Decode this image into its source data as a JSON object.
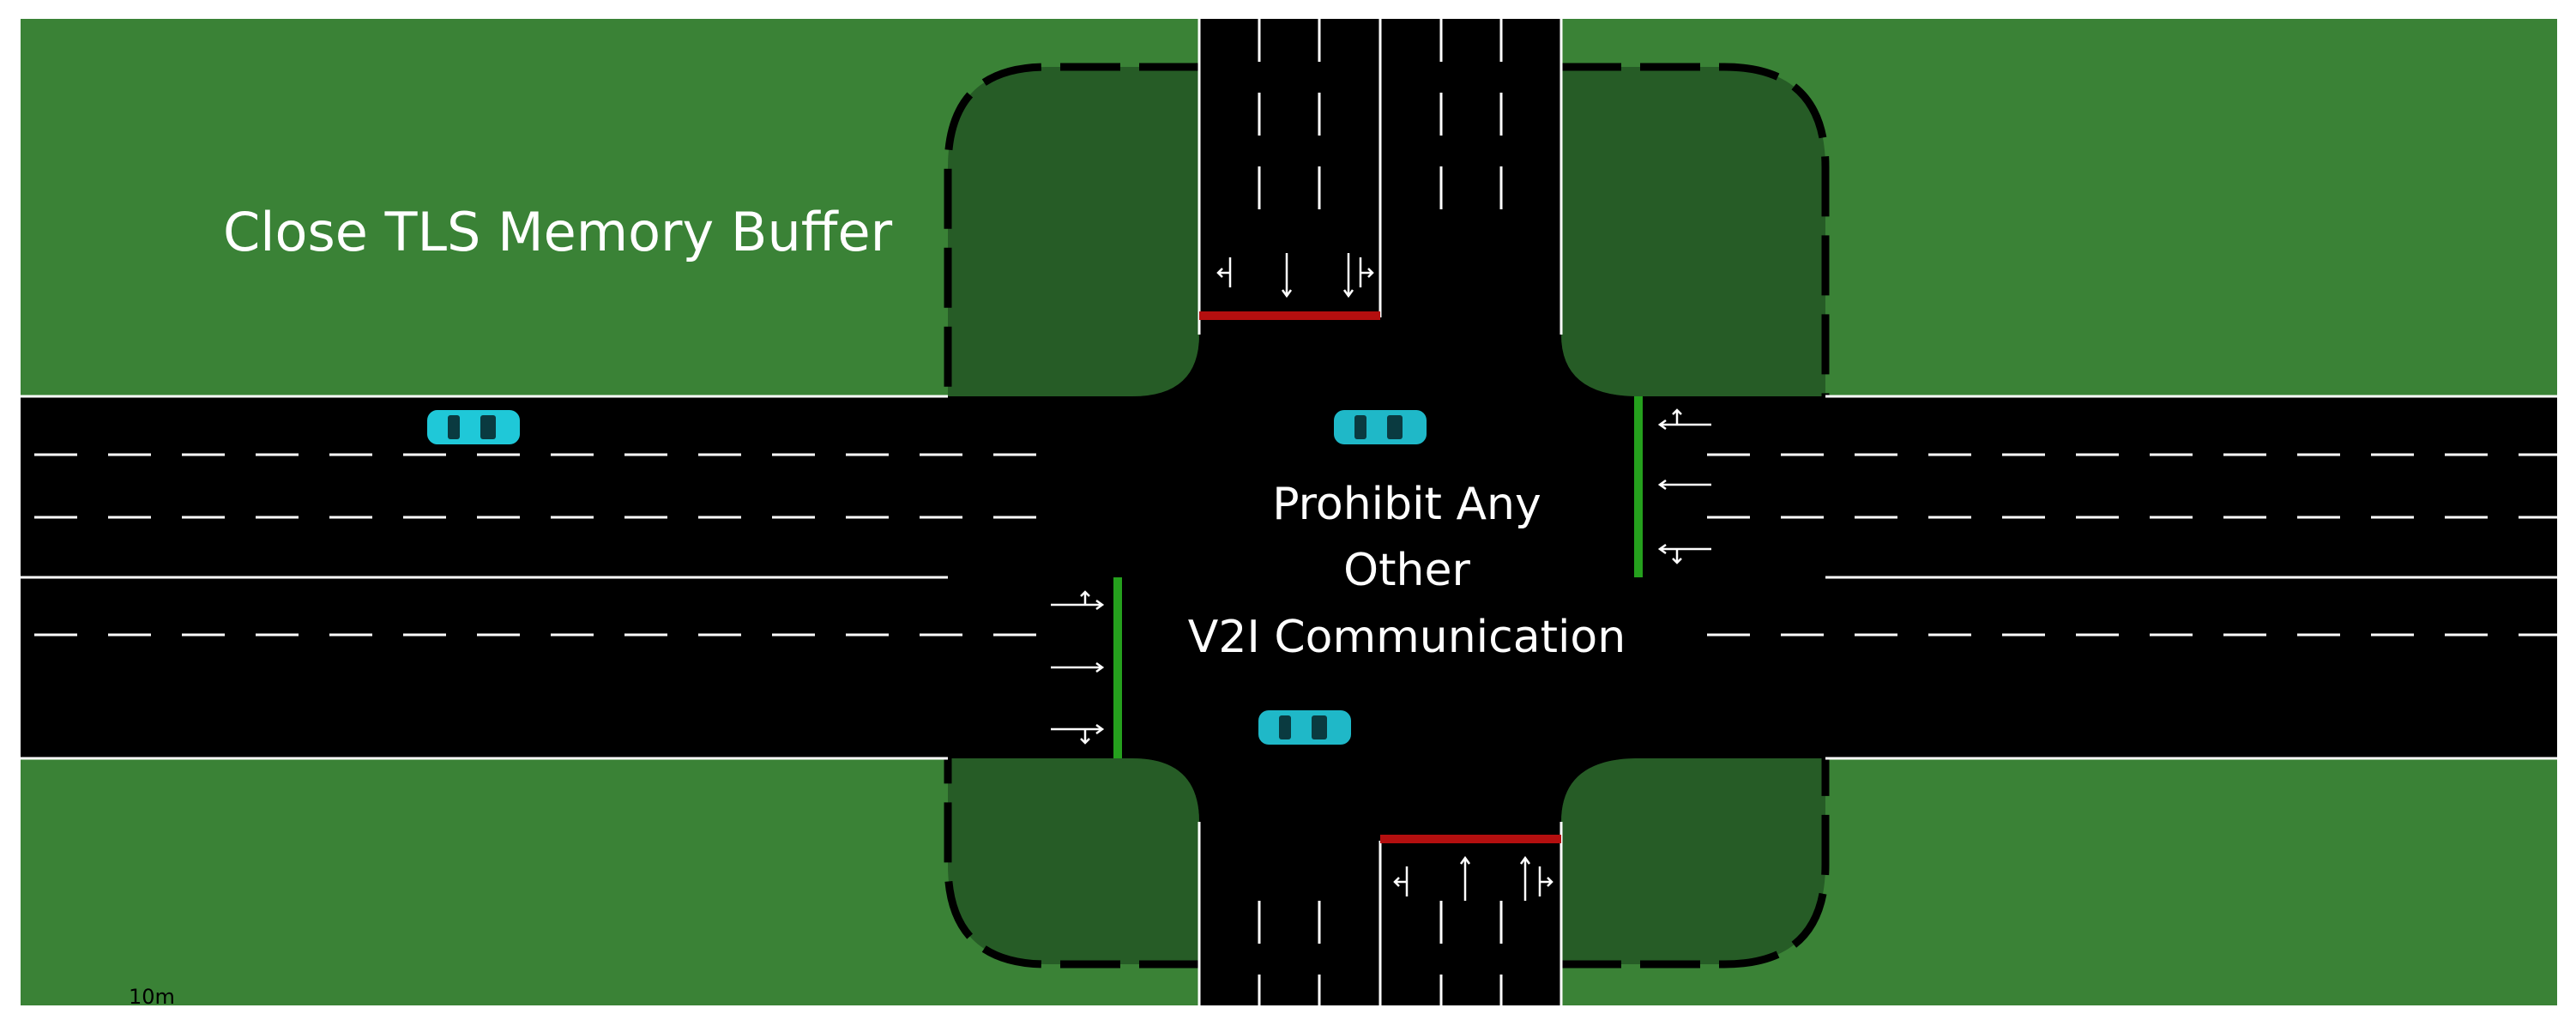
{
  "labels": {
    "buffer_title": "Close TLS Memory Buffer",
    "prohibit_line1": "Prohibit Any",
    "prohibit_line2": "Other",
    "prohibit_line3": "V2I Communication",
    "scale": "10m"
  },
  "signals": {
    "north_stop_line": "red",
    "south_stop_line": "red",
    "west_stop_line": "green",
    "east_stop_line": "green"
  },
  "vehicles": [
    {
      "name": "vehicle-west-road",
      "heading": "east"
    },
    {
      "name": "vehicle-center-north",
      "heading": "east"
    },
    {
      "name": "vehicle-center-south",
      "heading": "east"
    }
  ],
  "colors": {
    "grass": "#3a8236",
    "corner_area": "#265c26",
    "road": "#000000",
    "lane_marking": "#ffffff",
    "red_signal": "#b40f0f",
    "green_signal": "#25a01d",
    "vehicle_body": "#1fc8d8",
    "vehicle_window": "#0a3a40"
  }
}
